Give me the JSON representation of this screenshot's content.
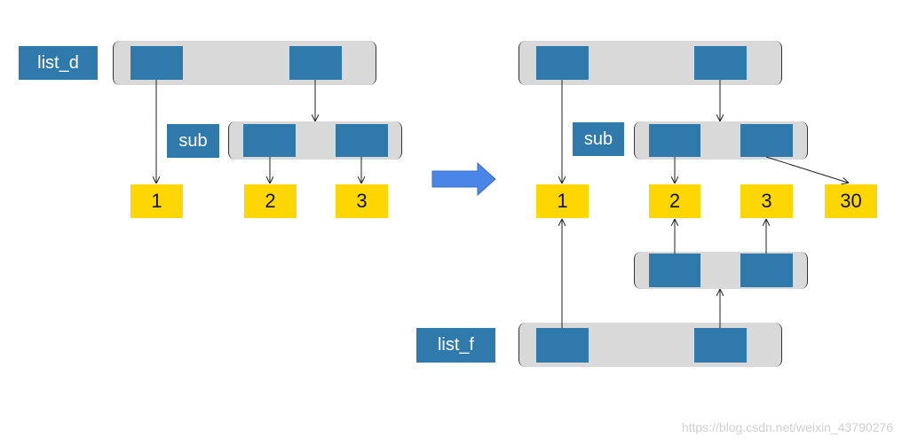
{
  "left": {
    "list_label": "list_d",
    "sub_label": "sub",
    "values": [
      "1",
      "2",
      "3"
    ]
  },
  "right": {
    "sub_label": "sub",
    "list_label": "list_f",
    "values": [
      "1",
      "2",
      "3",
      "30"
    ]
  },
  "watermark": "https://blog.csdn.net/weixin_43790276",
  "colors": {
    "slot": "#3079ab",
    "list_bg": "#d9d9d9",
    "value_bg": "#ffd700",
    "transition_arrow": "#4a86e8"
  }
}
